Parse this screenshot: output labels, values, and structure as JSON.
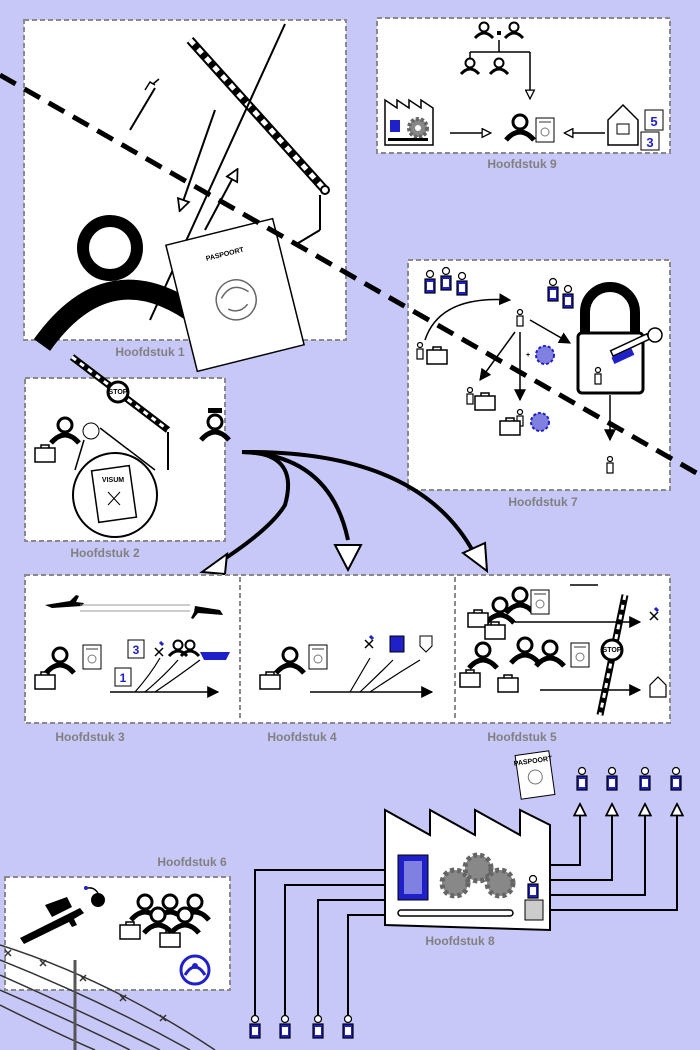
{
  "chapters": {
    "ch1": "Hoofdstuk 1",
    "ch2": "Hoofdstuk 2",
    "ch3": "Hoofdstuk 3",
    "ch4": "Hoofdstuk 4",
    "ch5": "Hoofdstuk 5",
    "ch6": "Hoofdstuk 6",
    "ch7": "Hoofdstuk 7",
    "ch8": "Hoofdstuk 8",
    "ch9": "Hoofdstuk 9"
  },
  "labels": {
    "passport": "PASPOORT",
    "visa": "VISUM",
    "stop": "STOP",
    "passport_small": "PASPOORT",
    "num_5": "5",
    "num_3": "3",
    "num_1": "1"
  },
  "colors": {
    "background": "#c8c8f8",
    "panel": "#ffffff",
    "accent_blue": "#2020c8",
    "caption_gray": "#808080"
  },
  "icons": [
    "person-icon",
    "passport-icon",
    "visa-icon",
    "barrier-icon",
    "factory-icon",
    "house-icon",
    "padlock-icon",
    "key-icon",
    "suitcase-icon",
    "airplane-icon",
    "gun-icon",
    "bomb-icon",
    "barbed-wire-icon",
    "unhcr-logo-icon",
    "calendar-icon"
  ]
}
